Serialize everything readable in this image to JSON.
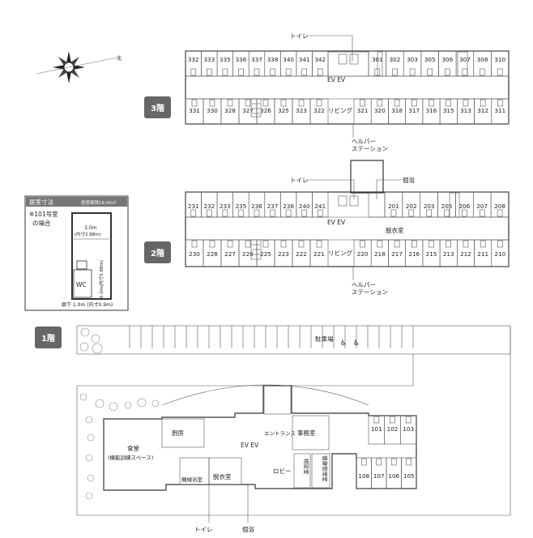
{
  "floors": {
    "f3": {
      "badge": "3階",
      "top_left": [
        "332",
        "333",
        "335",
        "336",
        "337",
        "338",
        "340",
        "341",
        "342"
      ],
      "top_right": [
        "301",
        "302",
        "303",
        "305",
        "306",
        "307",
        "308",
        "310"
      ],
      "bottom_left": [
        "331",
        "330",
        "328",
        "327",
        "326",
        "325",
        "323",
        "322"
      ],
      "bottom_right": [
        "321",
        "320",
        "318",
        "317",
        "316",
        "315",
        "313",
        "312",
        "311"
      ],
      "labels": {
        "toilet": "トイレ",
        "ev": "EV EV",
        "living": "リビング",
        "helper": "ヘルパー",
        "station": "ステーション"
      }
    },
    "f2": {
      "badge": "2階",
      "top_left": [
        "231",
        "232",
        "233",
        "235",
        "236",
        "237",
        "238",
        "240",
        "241"
      ],
      "top_right": [
        "201",
        "202",
        "203",
        "205",
        "206",
        "207",
        "208"
      ],
      "bottom_left": [
        "230",
        "228",
        "227",
        "226",
        "225",
        "223",
        "222",
        "221"
      ],
      "bottom_right": [
        "220",
        "218",
        "217",
        "216",
        "215",
        "213",
        "212",
        "211",
        "210"
      ],
      "labels": {
        "toilet": "トイレ",
        "bath": "個浴",
        "ev": "EV EV",
        "dressing": "脱衣室",
        "living": "リビング",
        "helper": "ヘルパー",
        "station": "ステーション"
      }
    },
    "f1": {
      "badge": "1階",
      "parking": "駐車場",
      "kitchen": "厨房",
      "dining": "食堂",
      "dining_sub": "(機能訓練スペース)",
      "machine_bath": "機械浴室",
      "dressing": "脱衣室",
      "ev": "EV EV",
      "entrance": "エントランス",
      "office": "事務室",
      "lobby": "ロビー",
      "consult": "相談室",
      "health": "健康管理室",
      "rooms_top": [
        "101",
        "102",
        "103"
      ],
      "rooms_bottom": [
        "108",
        "107",
        "106",
        "105"
      ],
      "toilet": "トイレ",
      "bath": "個浴"
    }
  },
  "room_size": {
    "title": "居室寸法",
    "area": "居室面積18.00㎡",
    "note_line1": "※101号室",
    "note_line2": "の場合",
    "width": "3.0m",
    "width_inner": "(内寸2.88m)",
    "depth": "6.0m(内寸5.88m)",
    "wc": "WC",
    "corridor": "廊下 1.0m (内寸0.9m)"
  },
  "compass": {
    "north": "北"
  }
}
